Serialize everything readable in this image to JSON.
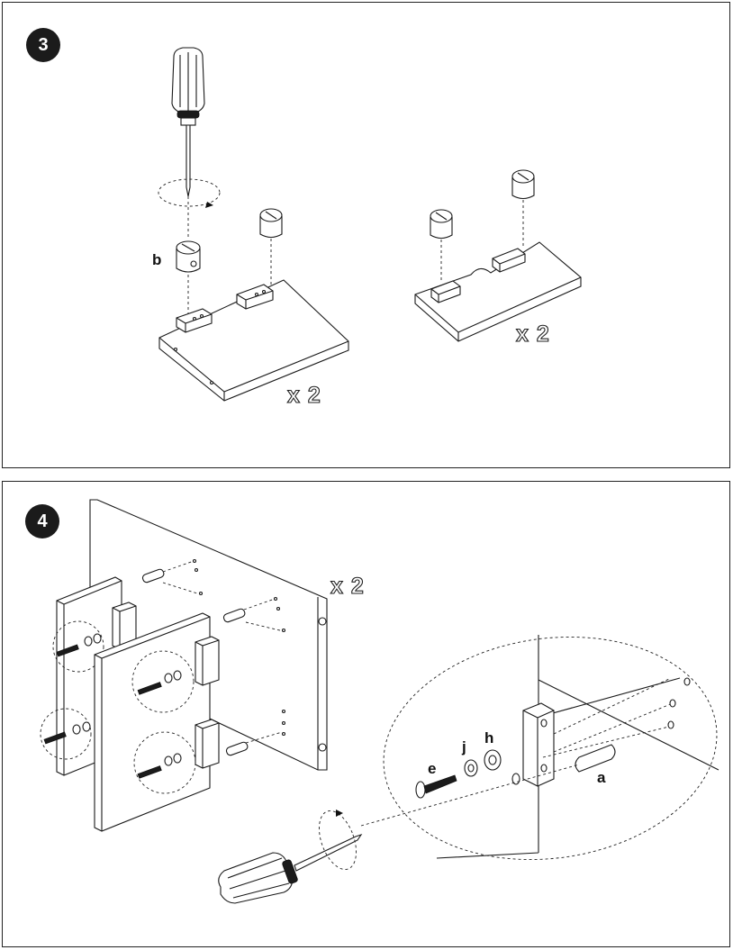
{
  "steps": [
    {
      "number": "3",
      "multiplier_left": "x 2",
      "multiplier_right": "x 2",
      "part_label": "b"
    },
    {
      "number": "4",
      "multiplier": "x 2",
      "part_labels": {
        "e": "e",
        "j": "j",
        "h": "h",
        "a": "a"
      }
    }
  ]
}
